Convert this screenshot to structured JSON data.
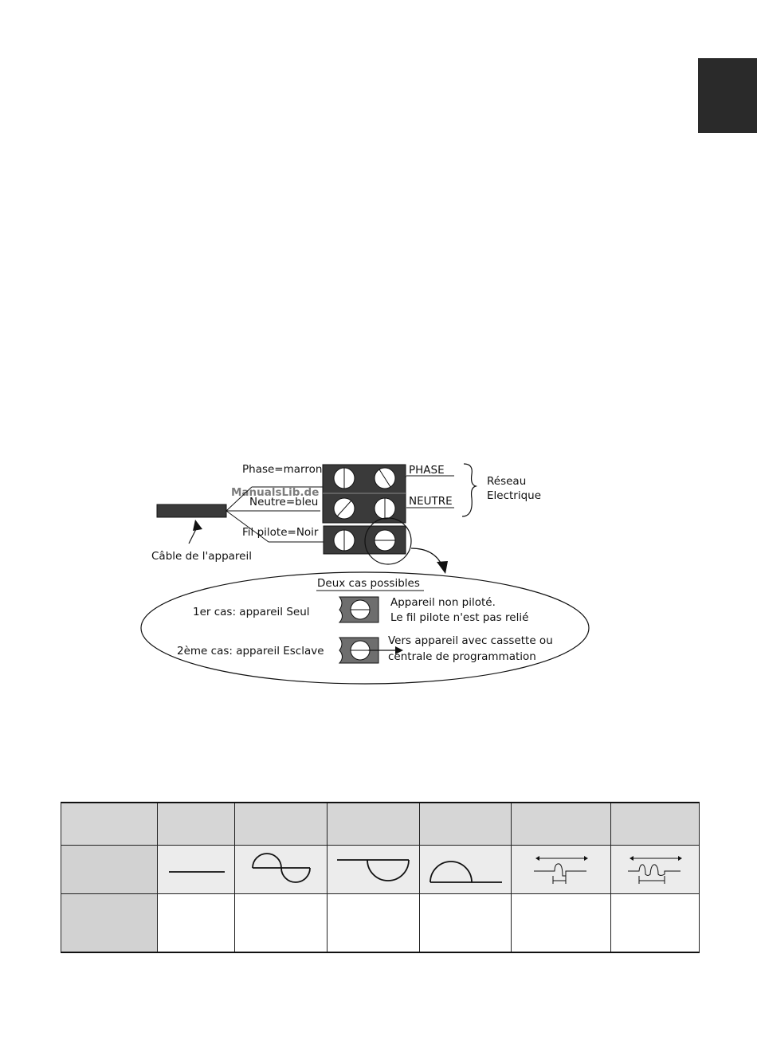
{
  "diagram": {
    "wire_phase": "Phase=marron",
    "wire_neutral": "Neutre=bleu",
    "wire_pilot": "Fil pilote=Noir",
    "terminal_phase": "PHASE",
    "terminal_neutral": "NEUTRE",
    "network_line1": "Réseau",
    "network_line2": "Electrique",
    "cable_label": "Câble de l'appareil",
    "cases_title": "Deux cas possibles",
    "case1_label": "1er cas: appareil Seul",
    "case1_desc_line1": "Appareil non piloté.",
    "case1_desc_line2": "Le fil pilote n'est pas relié",
    "case2_label": "2ème cas: appareil Esclave",
    "case2_desc_line1": "Vers appareil avec cassette ou",
    "case2_desc_line2": "centrale de programmation"
  },
  "watermark": "ManualsLib.de",
  "table": {
    "columns": 7,
    "waveforms": [
      "none",
      "flat",
      "full-sine",
      "negative-half",
      "positive-half",
      "pulse-single",
      "pulse-double"
    ]
  },
  "colors": {
    "corner_tab": "#2a2a2a",
    "terminal_block": "#3a3a3a",
    "case_block": "#6e6e6e",
    "table_header": "#d6d6d6",
    "table_wave_row": "#ececec"
  }
}
